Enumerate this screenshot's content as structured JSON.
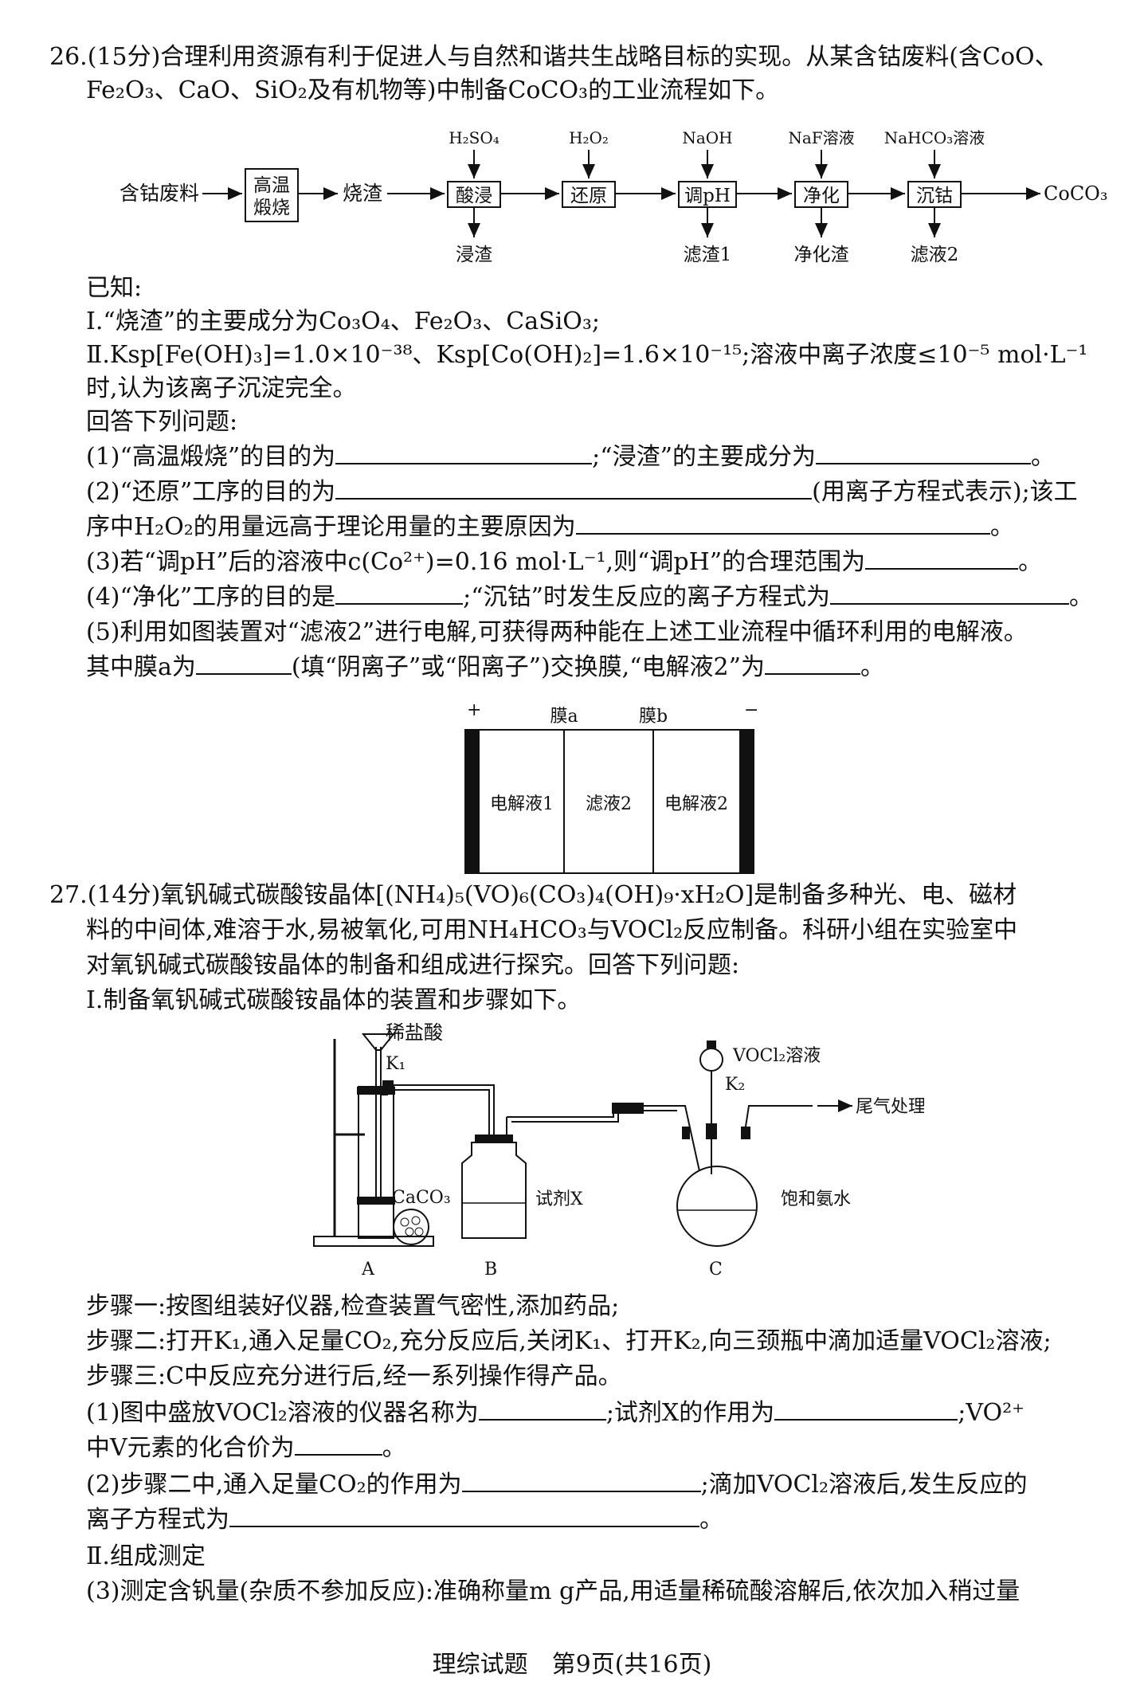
{
  "q26": {
    "header": "26.(15分)合理利用资源有利于促进人与自然和谐共生战略目标的实现。从某含钴废料(含CoO、",
    "line2": "Fe₂O₃、CaO、SiO₂及有机物等)中制备CoCO₃的工业流程如下。",
    "flow": {
      "start": "含钴废料",
      "box1_top": "高温",
      "box1_bottom": "煅烧",
      "mid": "烧渣",
      "steps": [
        "酸浸",
        "还原",
        "调pH",
        "净化",
        "沉钴"
      ],
      "reagents": [
        "H₂SO₄",
        "H₂O₂",
        "NaOH",
        "NaF溶液",
        "NaHCO₃溶液"
      ],
      "outputs": [
        "浸渣",
        "",
        "滤渣1",
        "净化渣",
        "滤液2"
      ],
      "product": "CoCO₃"
    },
    "known_title": "已知:",
    "known1": "Ⅰ.“烧渣”的主要成分为Co₃O₄、Fe₂O₃、CaSiO₃;",
    "known2": "Ⅱ.Ksp[Fe(OH)₃]=1.0×10⁻³⁸、Ksp[Co(OH)₂]=1.6×10⁻¹⁵;溶液中离子浓度≤10⁻⁵ mol·L⁻¹",
    "known2b": "时,认为该离子沉淀完全。",
    "answer_prompt": "回答下列问题:",
    "s1a": "(1)“高温煅烧”的目的为",
    "s1b": ";“浸渣”的主要成分为",
    "s1c": "。",
    "s2a": "(2)“还原”工序的目的为",
    "s2b": "(用离子方程式表示);该工",
    "s2c": "序中H₂O₂的用量远高于理论用量的主要原因为",
    "s2d": "。",
    "s3a": "(3)若“调pH”后的溶液中c(Co²⁺)=0.16 mol·L⁻¹,则“调pH”的合理范围为",
    "s3b": "。",
    "s4a": "(4)“净化”工序的目的是",
    "s4b": ";“沉钴”时发生反应的离子方程式为",
    "s4c": "。",
    "s5a": "(5)利用如图装置对“滤液2”进行电解,可获得两种能在上述工业流程中循环利用的电解液。",
    "s5b": "其中膜a为",
    "s5c": "(填“阴离子”或“阳离子”)交换膜,“电解液2”为",
    "s5d": "。",
    "cell": {
      "plus": "+",
      "minus": "−",
      "membrane_a": "膜a",
      "membrane_b": "膜b",
      "compartments": [
        "电解液1",
        "滤液2",
        "电解液2"
      ]
    }
  },
  "q27": {
    "l1": "27.(14分)氧钒碱式碳酸铵晶体[(NH₄)₅(VO)₆(CO₃)₄(OH)₉·xH₂O]是制备多种光、电、磁材",
    "l2": "料的中间体,难溶于水,易被氧化,可用NH₄HCO₃与VOCl₂反应制备。科研小组在实验室中",
    "l3": "对氧钒碱式碳酸铵晶体的制备和组成进行探究。回答下列问题:",
    "l4": "Ⅰ.制备氧钒碱式碳酸铵晶体的装置和步骤如下。",
    "apparatus": {
      "hcl": "稀盐酸",
      "k1": "K₁",
      "caco3": "CaCO₃",
      "reagent_x": "试剂X",
      "vocl2": "VOCl₂溶液",
      "k2": "K₂",
      "tail_gas": "尾气处理",
      "ammonia": "饱和氨水",
      "label_a": "A",
      "label_b": "B",
      "label_c": "C"
    },
    "step1": "步骤一:按图组装好仪器,检查装置气密性,添加药品;",
    "step2": "步骤二:打开K₁,通入足量CO₂,充分反应后,关闭K₁、打开K₂,向三颈瓶中滴加适量VOCl₂溶液;",
    "step3": "步骤三:C中反应充分进行后,经一系列操作得产品。",
    "s1a": "(1)图中盛放VOCl₂溶液的仪器名称为",
    "s1b": ";试剂X的作用为",
    "s1c": ";VO²⁺",
    "s1d": "中V元素的化合价为",
    "s1e": "。",
    "s2a": "(2)步骤二中,通入足量CO₂的作用为",
    "s2b": ";滴加VOCl₂溶液后,发生反应的",
    "s2c": "离子方程式为",
    "s2d": "。",
    "part2": "Ⅱ.组成测定",
    "s3": "(3)测定含钒量(杂质不参加反应):准确称量m g产品,用适量稀硫酸溶解后,依次加入稍过量"
  },
  "footer": "理综试题　第9页(共16页)"
}
